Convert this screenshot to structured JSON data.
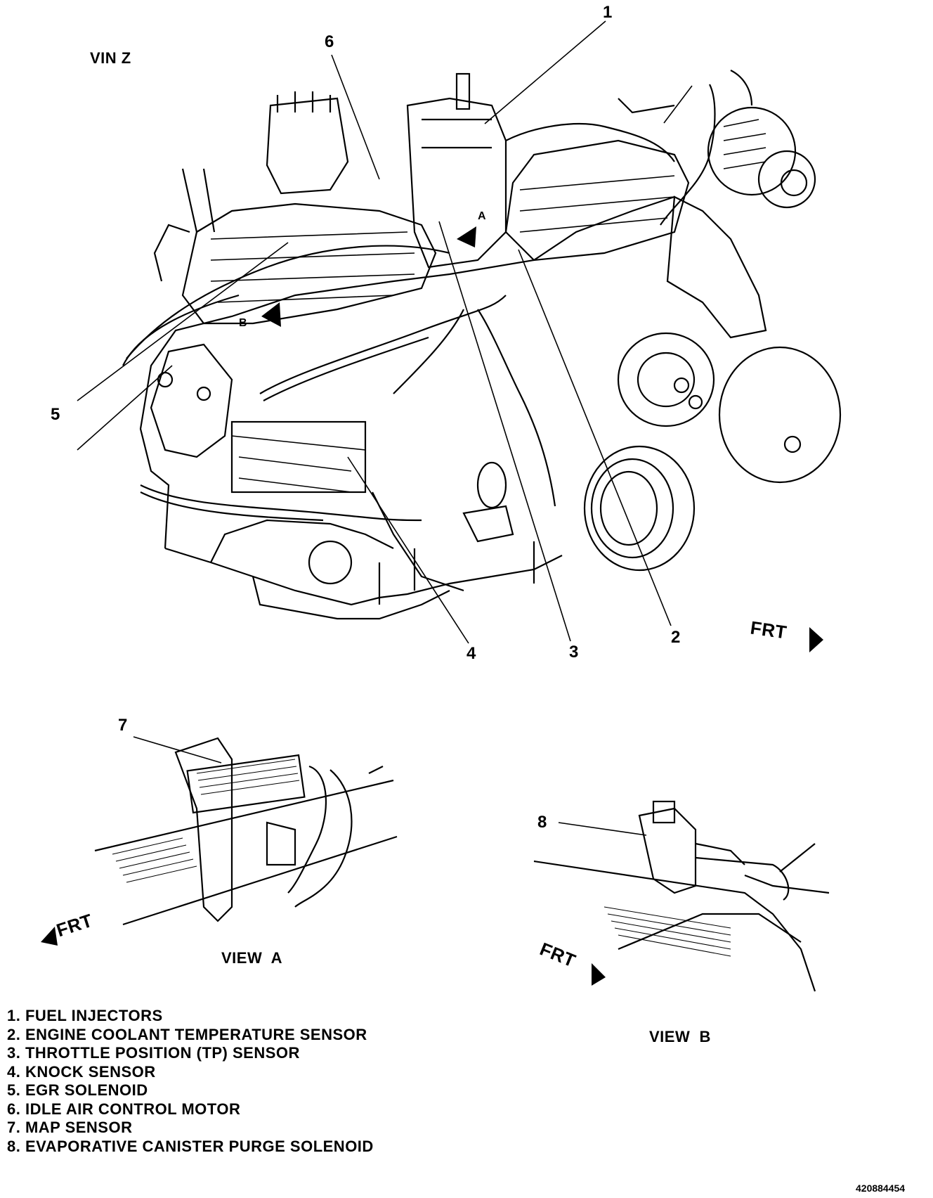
{
  "header": {
    "vin": "VIN Z"
  },
  "callouts": [
    "1",
    "2",
    "3",
    "4",
    "5",
    "6",
    "7",
    "8"
  ],
  "direction": {
    "front": "FRT"
  },
  "views": {
    "a": "VIEW  A",
    "b": "VIEW  B"
  },
  "legend": [
    "1. FUEL INJECTORS",
    "2. ENGINE COOLANT TEMPERATURE SENSOR",
    "3. THROTTLE POSITION (TP) SENSOR",
    "4. KNOCK SENSOR",
    "5. EGR SOLENOID",
    "6. IDLE AIR CONTROL MOTOR",
    "7. MAP SENSOR",
    "8. EVAPORATIVE CANISTER PURGE SOLENOID"
  ],
  "figure_ref": "420884454",
  "view_markers": {
    "a": "A",
    "b": "B"
  }
}
